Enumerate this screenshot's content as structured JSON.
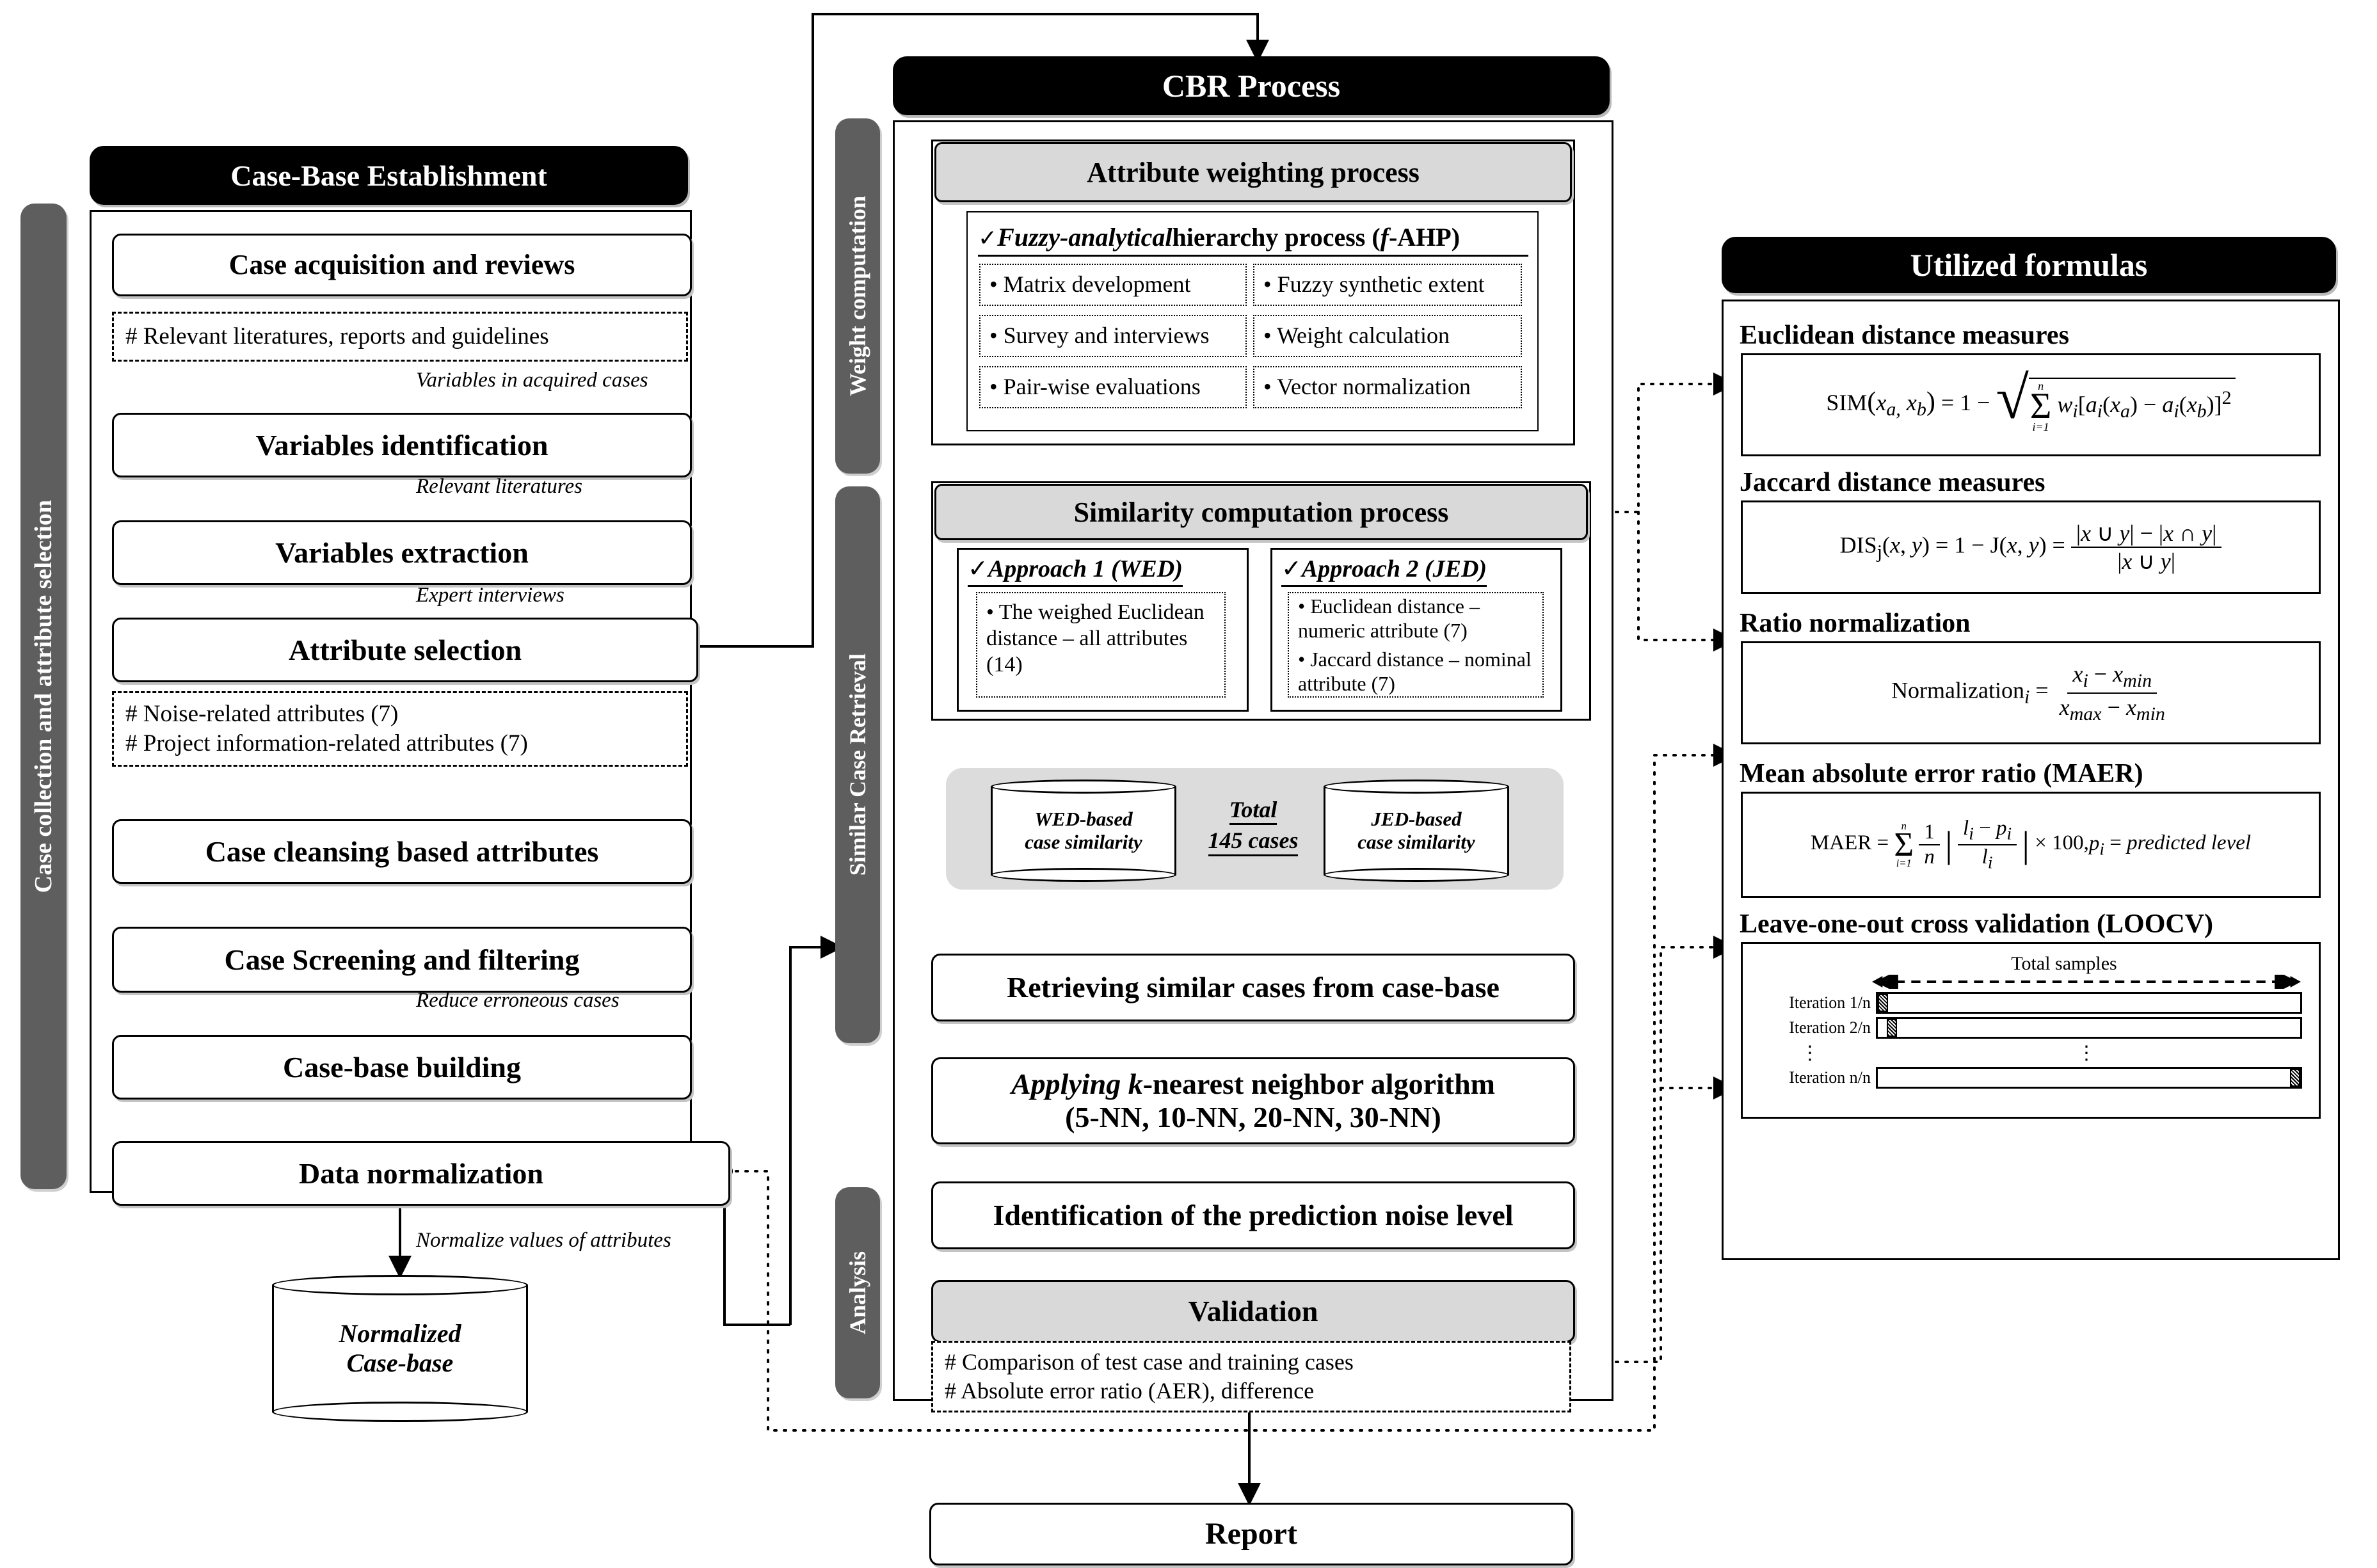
{
  "left_panel": {
    "title": "Case-Base Establishment",
    "sidebar_label": "Case collection and attribute selection",
    "steps": [
      {
        "label": "Case acquisition and reviews"
      },
      {
        "label": "Variables identification"
      },
      {
        "label": "Variables extraction"
      },
      {
        "label": "Attribute selection"
      },
      {
        "label": "Case cleansing based attributes"
      },
      {
        "label": "Case Screening and filtering"
      },
      {
        "label": "Case-base building"
      },
      {
        "label": "Data normalization"
      }
    ],
    "notes": [
      {
        "lines": [
          "# Relevant literatures, reports and guidelines"
        ]
      },
      {
        "lines": [
          "# Noise-related attributes (7)",
          "# Project information-related attributes (7)"
        ]
      }
    ],
    "edge_labels": [
      "Variables in acquired cases",
      "Relevant literatures",
      "Expert interviews",
      "Reduce erroneous cases",
      "Normalize values of attributes"
    ],
    "database": {
      "line1": "Normalized",
      "line2": "Case-base"
    }
  },
  "center_panel": {
    "title": "CBR Process",
    "sidebar_labels": [
      "Weight computation",
      "Similar Case Retrieval",
      "Analysis"
    ],
    "weighting": {
      "header": "Attribute weighting process",
      "method": "Fuzzy-analytical hierarchy process (f-AHP)",
      "method_italic": "Fuzzy-analytical",
      "method_rest": "hierarchy  process (",
      "method_f": "f",
      "method_tail": "-AHP)",
      "items": [
        "• Matrix  development",
        "• Fuzzy synthetic extent",
        "• Survey and interviews",
        "• Weight calculation",
        "• Pair-wise  evaluations",
        "• Vector normalization"
      ]
    },
    "similarity": {
      "header": "Similarity computation process",
      "approach1": {
        "title": "Approach 1 (WED)",
        "bullets": [
          "• The weighed Euclidean distance – all  attributes (14)"
        ]
      },
      "approach2": {
        "title": "Approach 2 (JED)",
        "bullets": [
          "• Euclidean  distance – numeric  attribute  (7)",
          "• Jaccard distance – nominal  attribute (7)"
        ]
      }
    },
    "stores": {
      "left": {
        "line1": "WED-based",
        "line2": "case similarity"
      },
      "right": {
        "line1": "JED-based",
        "line2": "case similarity"
      },
      "middle": {
        "line1": "Total",
        "line2": "145 cases"
      }
    },
    "steps": [
      {
        "label": "Retrieving similar cases from case-base"
      },
      {
        "label_italic": "Applying k",
        "label_rest": "-nearest neighbor algorithm",
        "label_line2": "(5-NN, 10-NN, 20-NN, 30-NN)"
      },
      {
        "label": "Identification of the prediction noise level"
      },
      {
        "label": "Validation"
      }
    ],
    "validation_note": [
      "# Comparison of test case and training cases",
      "# Absolute error ratio (AER), difference"
    ],
    "report": "Report"
  },
  "right_panel": {
    "title": "Utilized formulas",
    "formulas": [
      {
        "title": "Euclidean distance measures",
        "lhs": "SIM",
        "args": "(x",
        "text": "SIM(xa, xb) = 1 − sqrt( Σ i=1..n  wi [ ai(xa) − ai(xb) ]^2 )"
      },
      {
        "title": "Jaccard distance measures",
        "text": "DISj(x, y) = 1 − J(x, y) = ( |x ∪ y| − |x ∩ y| ) / |x ∪ y|"
      },
      {
        "title": "Ratio normalization",
        "text": "Normalizationi = ( xi − xmin ) / ( xmax − xmin )"
      },
      {
        "title": "Mean absolute error ratio (MAER)",
        "text": "MAER = Σ i=1..n (1/n) | (li − pi) / li | × 100, pi = predicted level"
      },
      {
        "title": "Leave-one-out cross validation (LOOCV)",
        "loocv": {
          "caption": "Total samples",
          "rows": [
            "Iteration 1/n",
            "Iteration 2/n",
            "Iteration n/n"
          ],
          "ellipsis": "⋮"
        }
      }
    ]
  }
}
